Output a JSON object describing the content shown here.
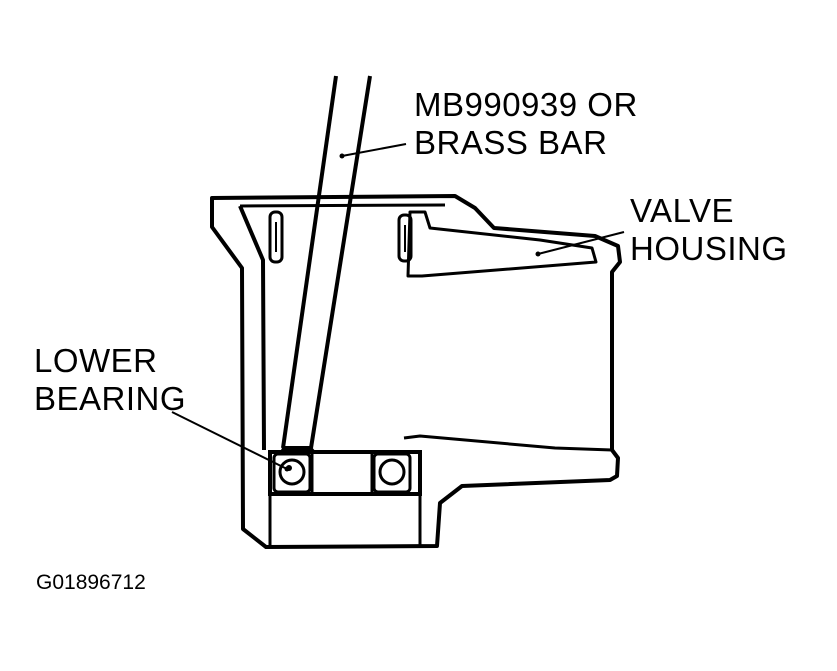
{
  "labels": {
    "tool_line1": "MB990939 OR",
    "tool_line2": "BRASS BAR",
    "valve_line1": "VALVE",
    "valve_line2": "HOUSING",
    "bearing_line1": "LOWER",
    "bearing_line2": "BEARING"
  },
  "figure_id": "G01896712"
}
